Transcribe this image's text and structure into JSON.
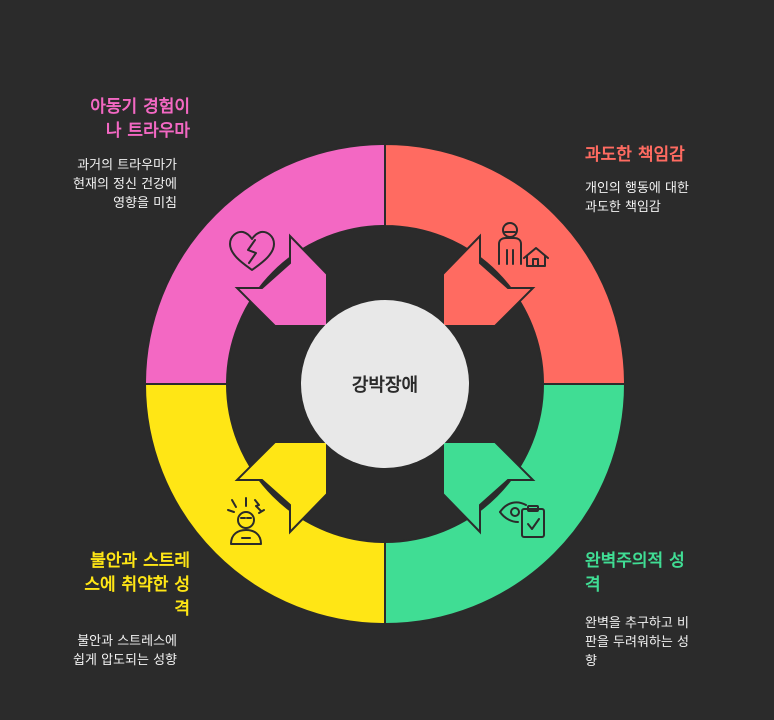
{
  "center": {
    "label": "강박장애"
  },
  "segments": [
    {
      "key": "trauma",
      "color": "#F368C3",
      "icon": "broken-heart-icon",
      "title_lines": [
        "아동기 경험이",
        "나 트라우마"
      ],
      "desc_lines": [
        "과거의 트라우마가",
        "현재의 정신 건강에",
        "영향을 미침"
      ]
    },
    {
      "key": "responsibility",
      "color": "#FF6B61",
      "icon": "person-house-icon",
      "title_lines": [
        "과도한 책임감"
      ],
      "desc_lines": [
        "개인의 행동에 대한",
        "과도한 책임감"
      ]
    },
    {
      "key": "perfectionism",
      "color": "#40DD94",
      "icon": "eye-checklist-icon",
      "title_lines": [
        "완벽주의적 성",
        "격"
      ],
      "desc_lines": [
        "완벽을 추구하고 비",
        "판을 두려워하는 성",
        "향"
      ]
    },
    {
      "key": "stress",
      "color": "#FFE615",
      "icon": "stressed-person-icon",
      "title_lines": [
        "불안과 스트레",
        "스에 취약한 성",
        "격"
      ],
      "desc_lines": [
        "불안과 스트레스에",
        "쉽게 압도되는 성향"
      ]
    }
  ]
}
